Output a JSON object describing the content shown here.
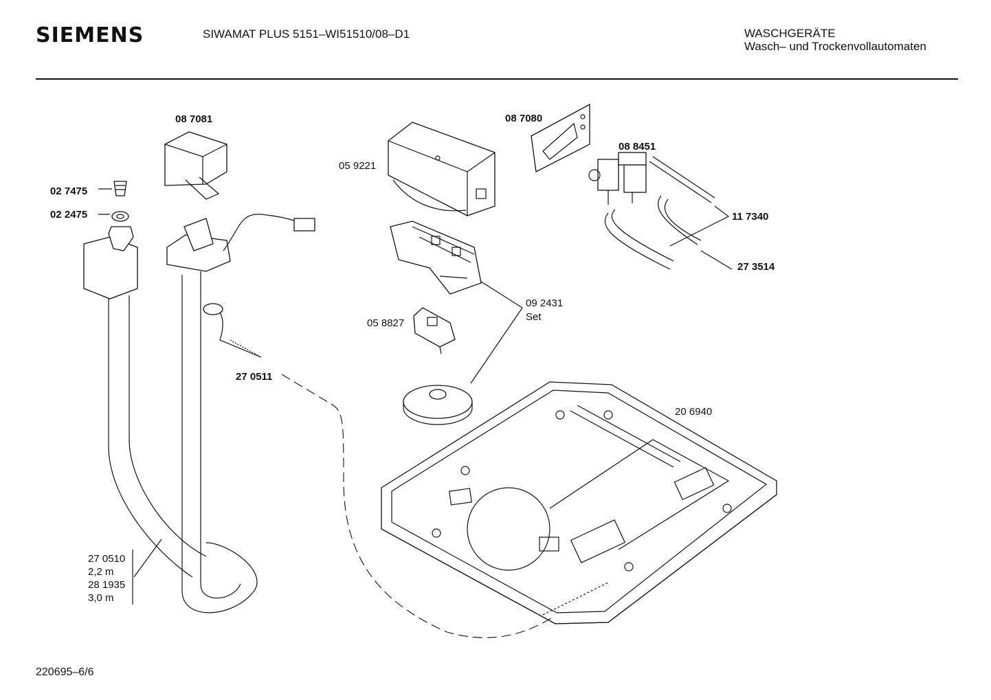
{
  "header": {
    "brand": "SIEMENS",
    "model": "SIWAMAT PLUS 5151–WI51510/08–D1",
    "category": "WASCHGERÄTE",
    "subcategory": "Wasch– und Trockenvollautomaten"
  },
  "parts": {
    "p087081": "08 7081",
    "p027475": "02 7475",
    "p022475": "02 2475",
    "p059221": "05 9221",
    "p087080": "08 7080",
    "p088451": "08 8451",
    "p117340": "11 7340",
    "p273514": "27 3514",
    "p092431": "09 2431",
    "set": "Set",
    "p058827": "05 8827",
    "p270511": "27 0511",
    "p206940": "20 6940",
    "p270510": "27 0510",
    "len1": "2,2 m",
    "p281935": "28 1935",
    "len2": "3,0 m"
  },
  "footer": {
    "doc_number": "220695–6/6"
  }
}
